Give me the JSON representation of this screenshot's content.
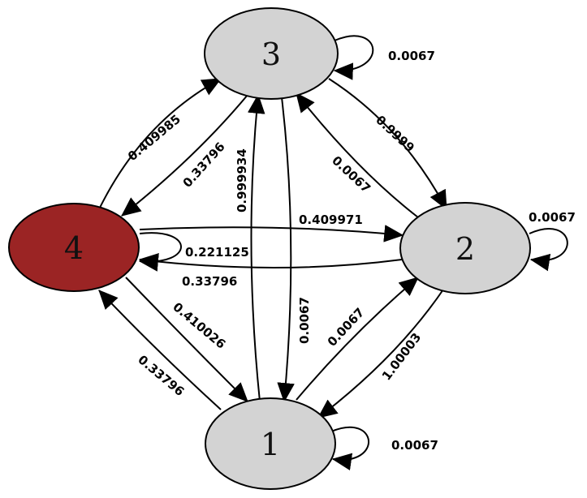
{
  "colors": {
    "node_default": "#d3d3d3",
    "node_highlight": "#9b2424",
    "stroke": "#000000"
  },
  "nodes": [
    {
      "id": "1",
      "label": "1",
      "highlighted": false
    },
    {
      "id": "2",
      "label": "2",
      "highlighted": false
    },
    {
      "id": "3",
      "label": "3",
      "highlighted": false
    },
    {
      "id": "4",
      "label": "4",
      "highlighted": true
    }
  ],
  "edges": [
    {
      "from": "3",
      "to": "3",
      "label": "0.0067"
    },
    {
      "from": "2",
      "to": "2",
      "label": "0.0067"
    },
    {
      "from": "1",
      "to": "1",
      "label": "0.0067"
    },
    {
      "from": "4",
      "to": "4",
      "label": "0.221125"
    },
    {
      "from": "4",
      "to": "3",
      "label": "0.409985"
    },
    {
      "from": "3",
      "to": "4",
      "label": "0.33796"
    },
    {
      "from": "1",
      "to": "3",
      "label": "0.999934"
    },
    {
      "from": "3",
      "to": "1",
      "label": "0.0067"
    },
    {
      "from": "3",
      "to": "2",
      "label": "0.9999"
    },
    {
      "from": "2",
      "to": "3",
      "label": "0.0067"
    },
    {
      "from": "4",
      "to": "2",
      "label": "0.409971"
    },
    {
      "from": "2",
      "to": "4",
      "label": "0.33796"
    },
    {
      "from": "4",
      "to": "1",
      "label": "0.410026"
    },
    {
      "from": "1",
      "to": "4",
      "label": "0.33796"
    },
    {
      "from": "1",
      "to": "2",
      "label": "0.0067"
    },
    {
      "from": "2",
      "to": "1",
      "label": "1.00003"
    }
  ]
}
